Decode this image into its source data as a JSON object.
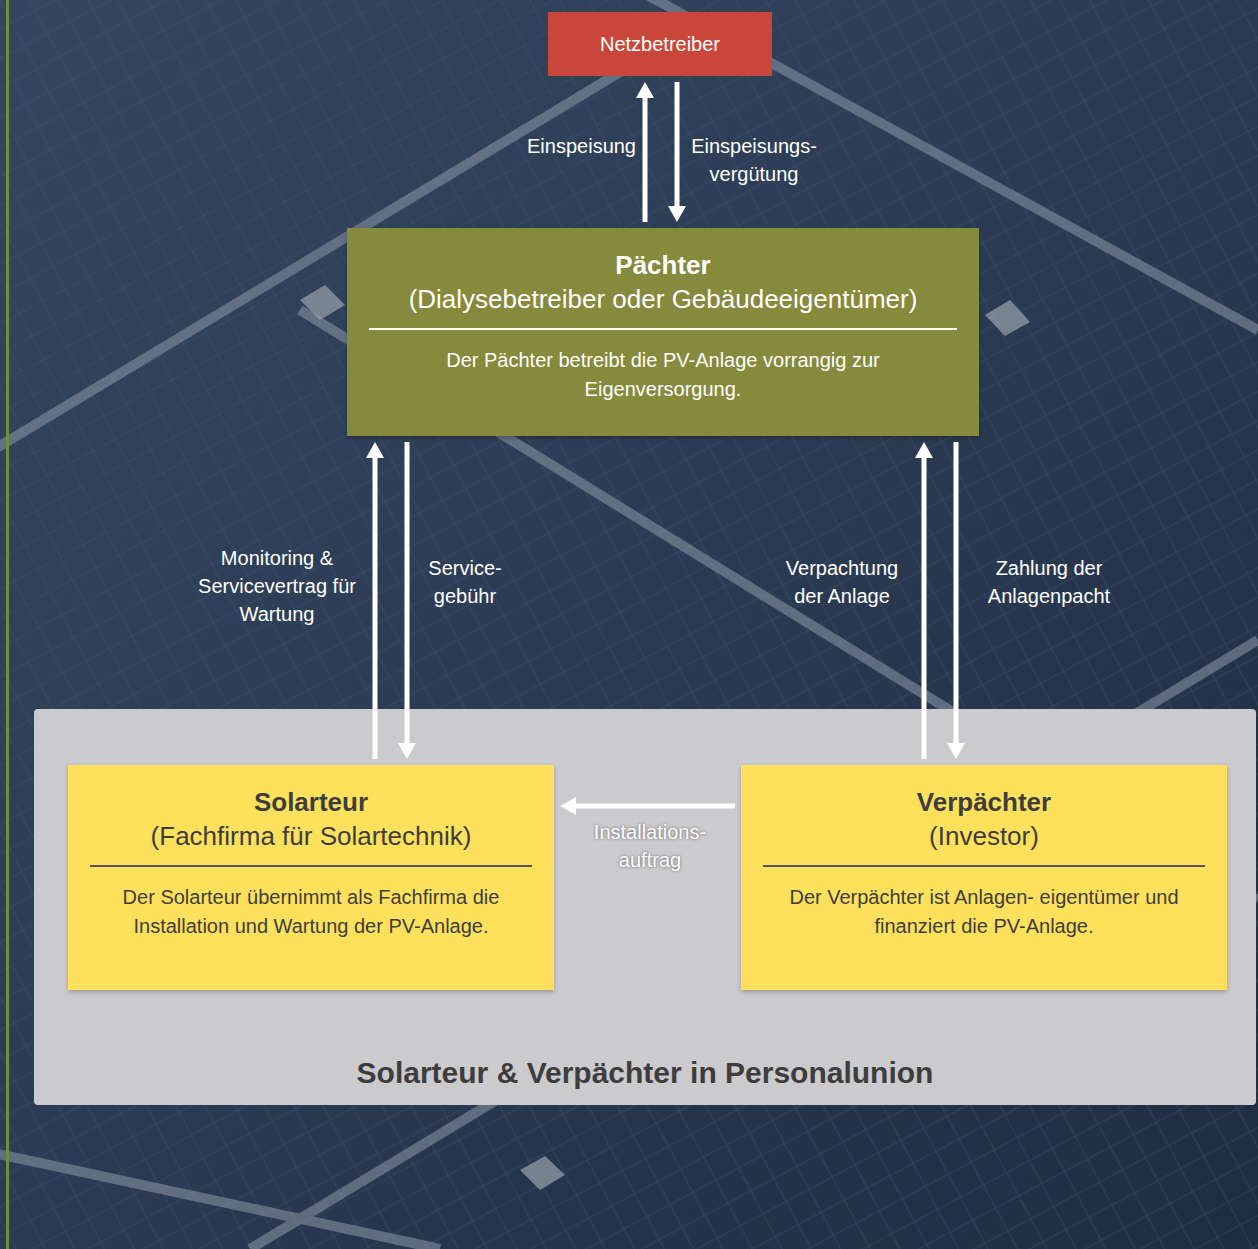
{
  "diagram": {
    "nodes": [
      {
        "text": [
          "Netzbetreiber"
        ]
      },
      {
        "text": [
          "Pächter",
          "(Dialysebetreiber oder Gebäudeeigentümer)",
          "Der Pächter betreibt die PV-Anlage vorrangig zur Eigenversorgung."
        ]
      },
      {
        "text": [
          "Solarteur & Verpächter in Personalunion"
        ]
      },
      {
        "text": [
          "Solarteur",
          "(Fachfirma für Solartechnik)",
          "Der Solarteur übernimmt als Fachfirma die Installation und Wartung der PV-Anlage."
        ],
        "in": 2
      },
      {
        "text": [
          "Verpächter",
          "(Investor)",
          "Der Verpächter ist Anlagen- eigentümer und finanziert die PV-Anlage."
        ],
        "in": 2
      }
    ],
    "edges": [
      {
        "from": 1,
        "to": 0,
        "label": "Einspeisung",
        "arrow": "to"
      },
      {
        "from": 0,
        "to": 1,
        "label": "Einspeisungs- vergütung",
        "arrow": "to"
      },
      {
        "from": 3,
        "to": 1,
        "label": "Monitoring & Servicevertrag für Wartung",
        "arrow": "to"
      },
      {
        "from": 1,
        "to": 3,
        "label": "Service- gebühr",
        "arrow": "to"
      },
      {
        "from": 4,
        "to": 1,
        "label": "Verpachtung der Anlage",
        "arrow": "to"
      },
      {
        "from": 1,
        "to": 4,
        "label": "Zahlung der Anlagenpacht",
        "arrow": "to"
      },
      {
        "from": 4,
        "to": 3,
        "label": "Installations- auftrag",
        "arrow": "to"
      }
    ]
  }
}
